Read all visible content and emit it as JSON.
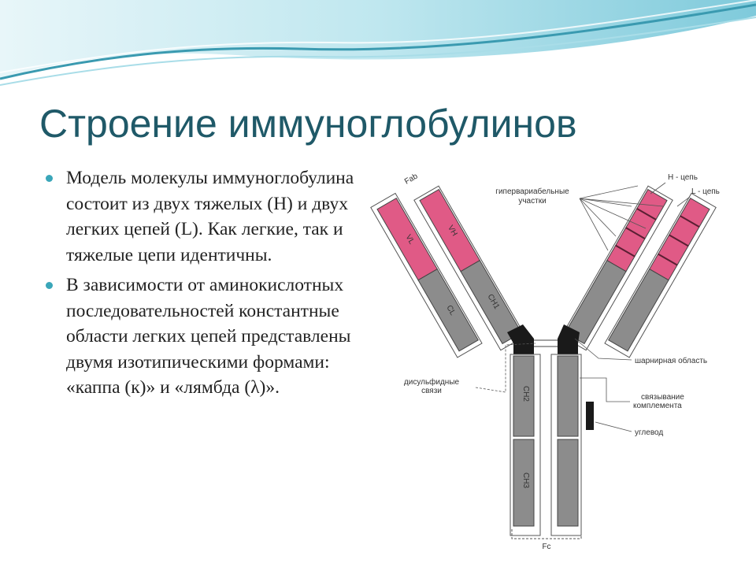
{
  "slide": {
    "title": "Строение иммуноглобулинов",
    "bullets": [
      "Модель молекулы иммуноглобулина состоит из двух тяжелых (H) и двух легких цепей (L). Как легкие, так и тяжелые цепи идентичны.",
      "В зависимости от аминокислотных последовательностей константные области легких цепей представлены двумя изотипическими формами: «каппа (к)» и «лямбда (λ)»."
    ]
  },
  "diagram": {
    "labels": {
      "fab": "Fab",
      "fc": "Fc",
      "h_chain": "H - цепь",
      "l_chain": "L - цепь",
      "hypervariable_1": "гипервариабельные",
      "hypervariable_2": "участки",
      "hinge": "шарнирная область",
      "disulfide_1": "дисульфидные",
      "disulfide_2": "связи",
      "complement_1": "связывание",
      "complement_2": "комплемента",
      "carbohydrate": "углевод",
      "vh": "VH",
      "vl": "VL",
      "ch1": "CH1",
      "cl": "CL",
      "ch2": "CH2",
      "ch3": "CH3"
    },
    "colors": {
      "variable": "#e05a86",
      "constant": "#8c8c8c",
      "hinge": "#1a1a1a",
      "outline": "#444444",
      "title": "#1f5968",
      "wave_dark": "#3a9ab0",
      "wave_light": "#a9dde8"
    }
  }
}
